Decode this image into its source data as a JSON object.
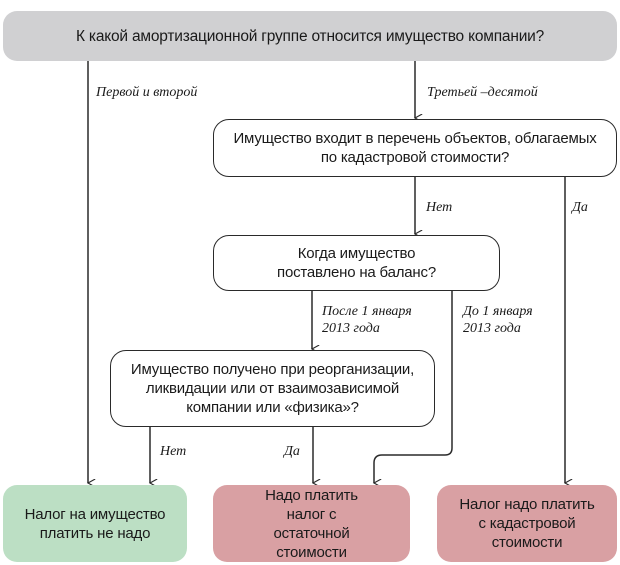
{
  "root_question": "К какой амортизационной группе относится имущество компании?",
  "questions": {
    "cadastral_list": "Имущество входит в перечень объектов, облагаемых по кадастровой стоимости?",
    "balance_date": "Когда имущество поставлено на баланс?",
    "reorganization": "Имущество получено при реорганизации, ликвидации или от взаимозависимой компании или «физика»?"
  },
  "edge_labels": {
    "first_second": "Первой и второй",
    "third_tenth": "Третьей –десятой",
    "cadastral_no": "Нет",
    "cadastral_yes": "Да",
    "after_2013_line1": "После 1 января",
    "after_2013_line2": "2013 года",
    "before_2013_line1": "До 1 января",
    "before_2013_line2": "2013 года",
    "reorg_no": "Нет",
    "reorg_yes": "Да"
  },
  "outcomes": {
    "no_tax": "Налог на имущество платить не надо",
    "residual_value": "Надо платить налог с остаточной стоимости",
    "cadastral_value": "Налог надо платить с кадастровой стоимости"
  },
  "colors": {
    "root_fill": "#d0d0d2",
    "no_tax_fill": "#bcdfc4",
    "tax_fill": "#d9a0a3",
    "line": "#2a2a2a"
  }
}
